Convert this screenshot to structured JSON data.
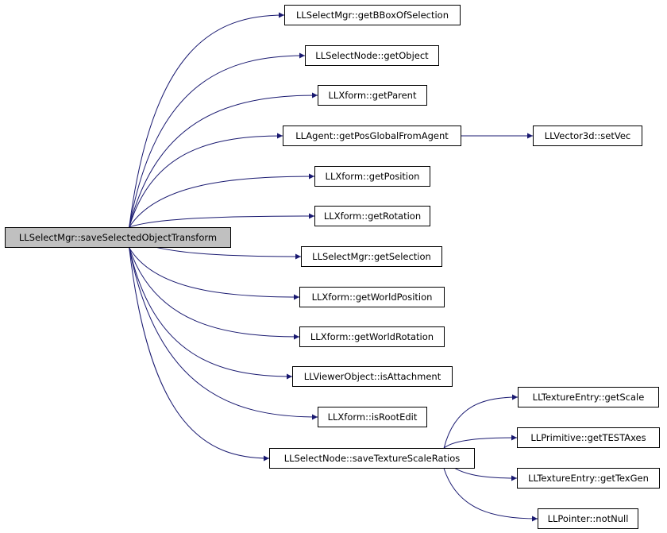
{
  "colors": {
    "edge": "#191970",
    "root_fill": "#c0c0c0",
    "node_fill": "#ffffff",
    "border": "#000000"
  },
  "nodes": {
    "root": "LLSelectMgr::saveSelectedObjectTransform",
    "getBBoxOfSelection": "LLSelectMgr::getBBoxOfSelection",
    "getObject": "LLSelectNode::getObject",
    "getParent": "LLXform::getParent",
    "getPosGlobalFromAgent": "LLAgent::getPosGlobalFromAgent",
    "setVec": "LLVector3d::setVec",
    "getPosition": "LLXform::getPosition",
    "getRotation": "LLXform::getRotation",
    "getSelection": "LLSelectMgr::getSelection",
    "getWorldPosition": "LLXform::getWorldPosition",
    "getWorldRotation": "LLXform::getWorldRotation",
    "isAttachment": "LLViewerObject::isAttachment",
    "isRootEdit": "LLXform::isRootEdit",
    "saveTextureScaleRatios": "LLSelectNode::saveTextureScaleRatios",
    "getScale": "LLTextureEntry::getScale",
    "getTESTAxes": "LLPrimitive::getTESTAxes",
    "getTexGen": "LLTextureEntry::getTexGen",
    "notNull": "LLPointer::notNull"
  },
  "edges": [
    [
      "root",
      "getBBoxOfSelection"
    ],
    [
      "root",
      "getObject"
    ],
    [
      "root",
      "getParent"
    ],
    [
      "root",
      "getPosGlobalFromAgent"
    ],
    [
      "root",
      "getPosition"
    ],
    [
      "root",
      "getRotation"
    ],
    [
      "root",
      "getSelection"
    ],
    [
      "root",
      "getWorldPosition"
    ],
    [
      "root",
      "getWorldRotation"
    ],
    [
      "root",
      "isAttachment"
    ],
    [
      "root",
      "isRootEdit"
    ],
    [
      "root",
      "saveTextureScaleRatios"
    ],
    [
      "getPosGlobalFromAgent",
      "setVec"
    ],
    [
      "saveTextureScaleRatios",
      "getScale"
    ],
    [
      "saveTextureScaleRatios",
      "getTESTAxes"
    ],
    [
      "saveTextureScaleRatios",
      "getTexGen"
    ],
    [
      "saveTextureScaleRatios",
      "notNull"
    ]
  ]
}
